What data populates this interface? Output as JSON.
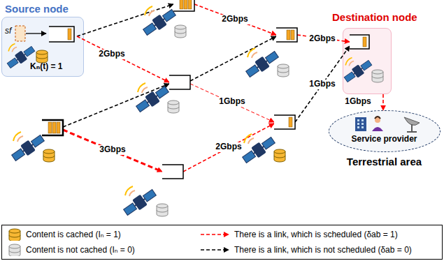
{
  "diagram": {
    "nodes": [
      {
        "text": [
          "Source node",
          "sf",
          "Kₙ(t) = 1"
        ]
      },
      {
        "text": [
          "Destination node"
        ]
      },
      {
        "text": [
          "Service provider",
          "Terrestrial area"
        ]
      }
    ],
    "edges": [
      {
        "from": 1,
        "to": 2,
        "arrow": "to"
      }
    ],
    "labels": [
      "2Gbps",
      "2Gbps",
      "1Gbps",
      "2Gbps",
      "1Gbps",
      "3Gbps",
      "2Gbps",
      "1Gbps"
    ],
    "legend": [
      {
        "text": "Content is cached (Iₙ = 1)"
      },
      {
        "text": "There is a link, which is scheduled (δab = 1)"
      },
      {
        "text": "Content is not cached (Iₙ = 0)"
      },
      {
        "text": "There is a link, which is not scheduled (δab = 0)"
      }
    ]
  }
}
